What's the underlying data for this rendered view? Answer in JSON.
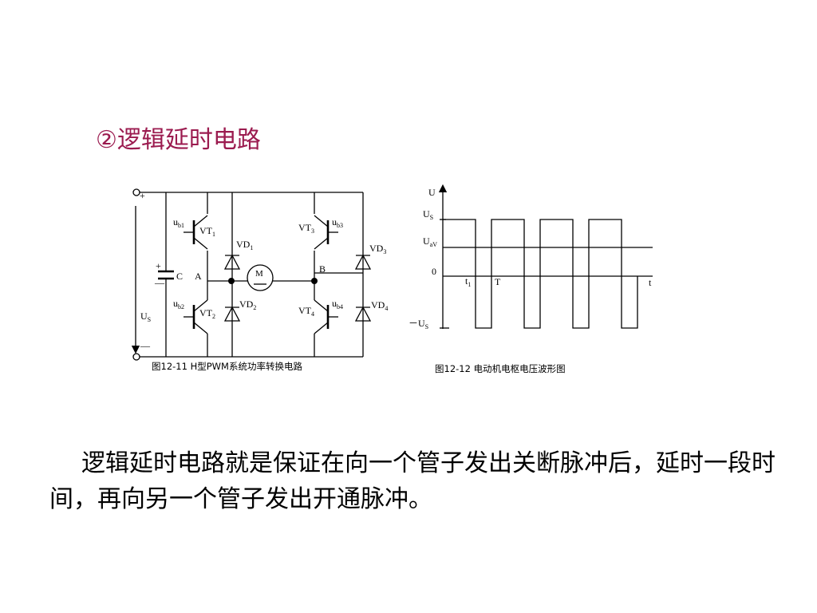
{
  "heading": "②逻辑延时电路",
  "circuit": {
    "caption": "图12-11  H型PWM系统功率转换电路",
    "labels": {
      "plus_top": "+",
      "minus_bottom": "—",
      "cap_plus": "+",
      "cap_minus": "—",
      "cap_label": "C",
      "us_main": "U",
      "us_sub": "S",
      "node_a": "A",
      "node_b": "B",
      "motor": "M"
    },
    "transistors": [
      {
        "vt_main": "VT",
        "vt_sub": "1",
        "ub_main": "u",
        "ub_sub": "b1"
      },
      {
        "vt_main": "VT",
        "vt_sub": "2",
        "ub_main": "u",
        "ub_sub": "b2"
      },
      {
        "vt_main": "VT",
        "vt_sub": "3",
        "ub_main": "u",
        "ub_sub": "b3"
      },
      {
        "vt_main": "VT",
        "vt_sub": "4",
        "ub_main": "u",
        "ub_sub": "b4"
      }
    ],
    "diodes": [
      {
        "main": "VD",
        "sub": "1"
      },
      {
        "main": "VD",
        "sub": "2"
      },
      {
        "main": "VD",
        "sub": "3"
      },
      {
        "main": "VD",
        "sub": "4"
      }
    ]
  },
  "waveform": {
    "caption": "图12-12  电动机电枢电压波形图",
    "y_axis_label": "U",
    "x_axis_label": "t",
    "us_main": "U",
    "us_sub": "S",
    "uav_main": "U",
    "uav_sub": "aV",
    "zero": "0",
    "neg_us_prefix": "－U",
    "neg_us_sub": "S",
    "t1_main": "t",
    "t1_sub": "1",
    "period": "T"
  },
  "paragraph": "逻辑延时电路就是保证在向一个管子发出关断脉冲后，延时一段时间，再向另一个管子发出开通脉冲。"
}
